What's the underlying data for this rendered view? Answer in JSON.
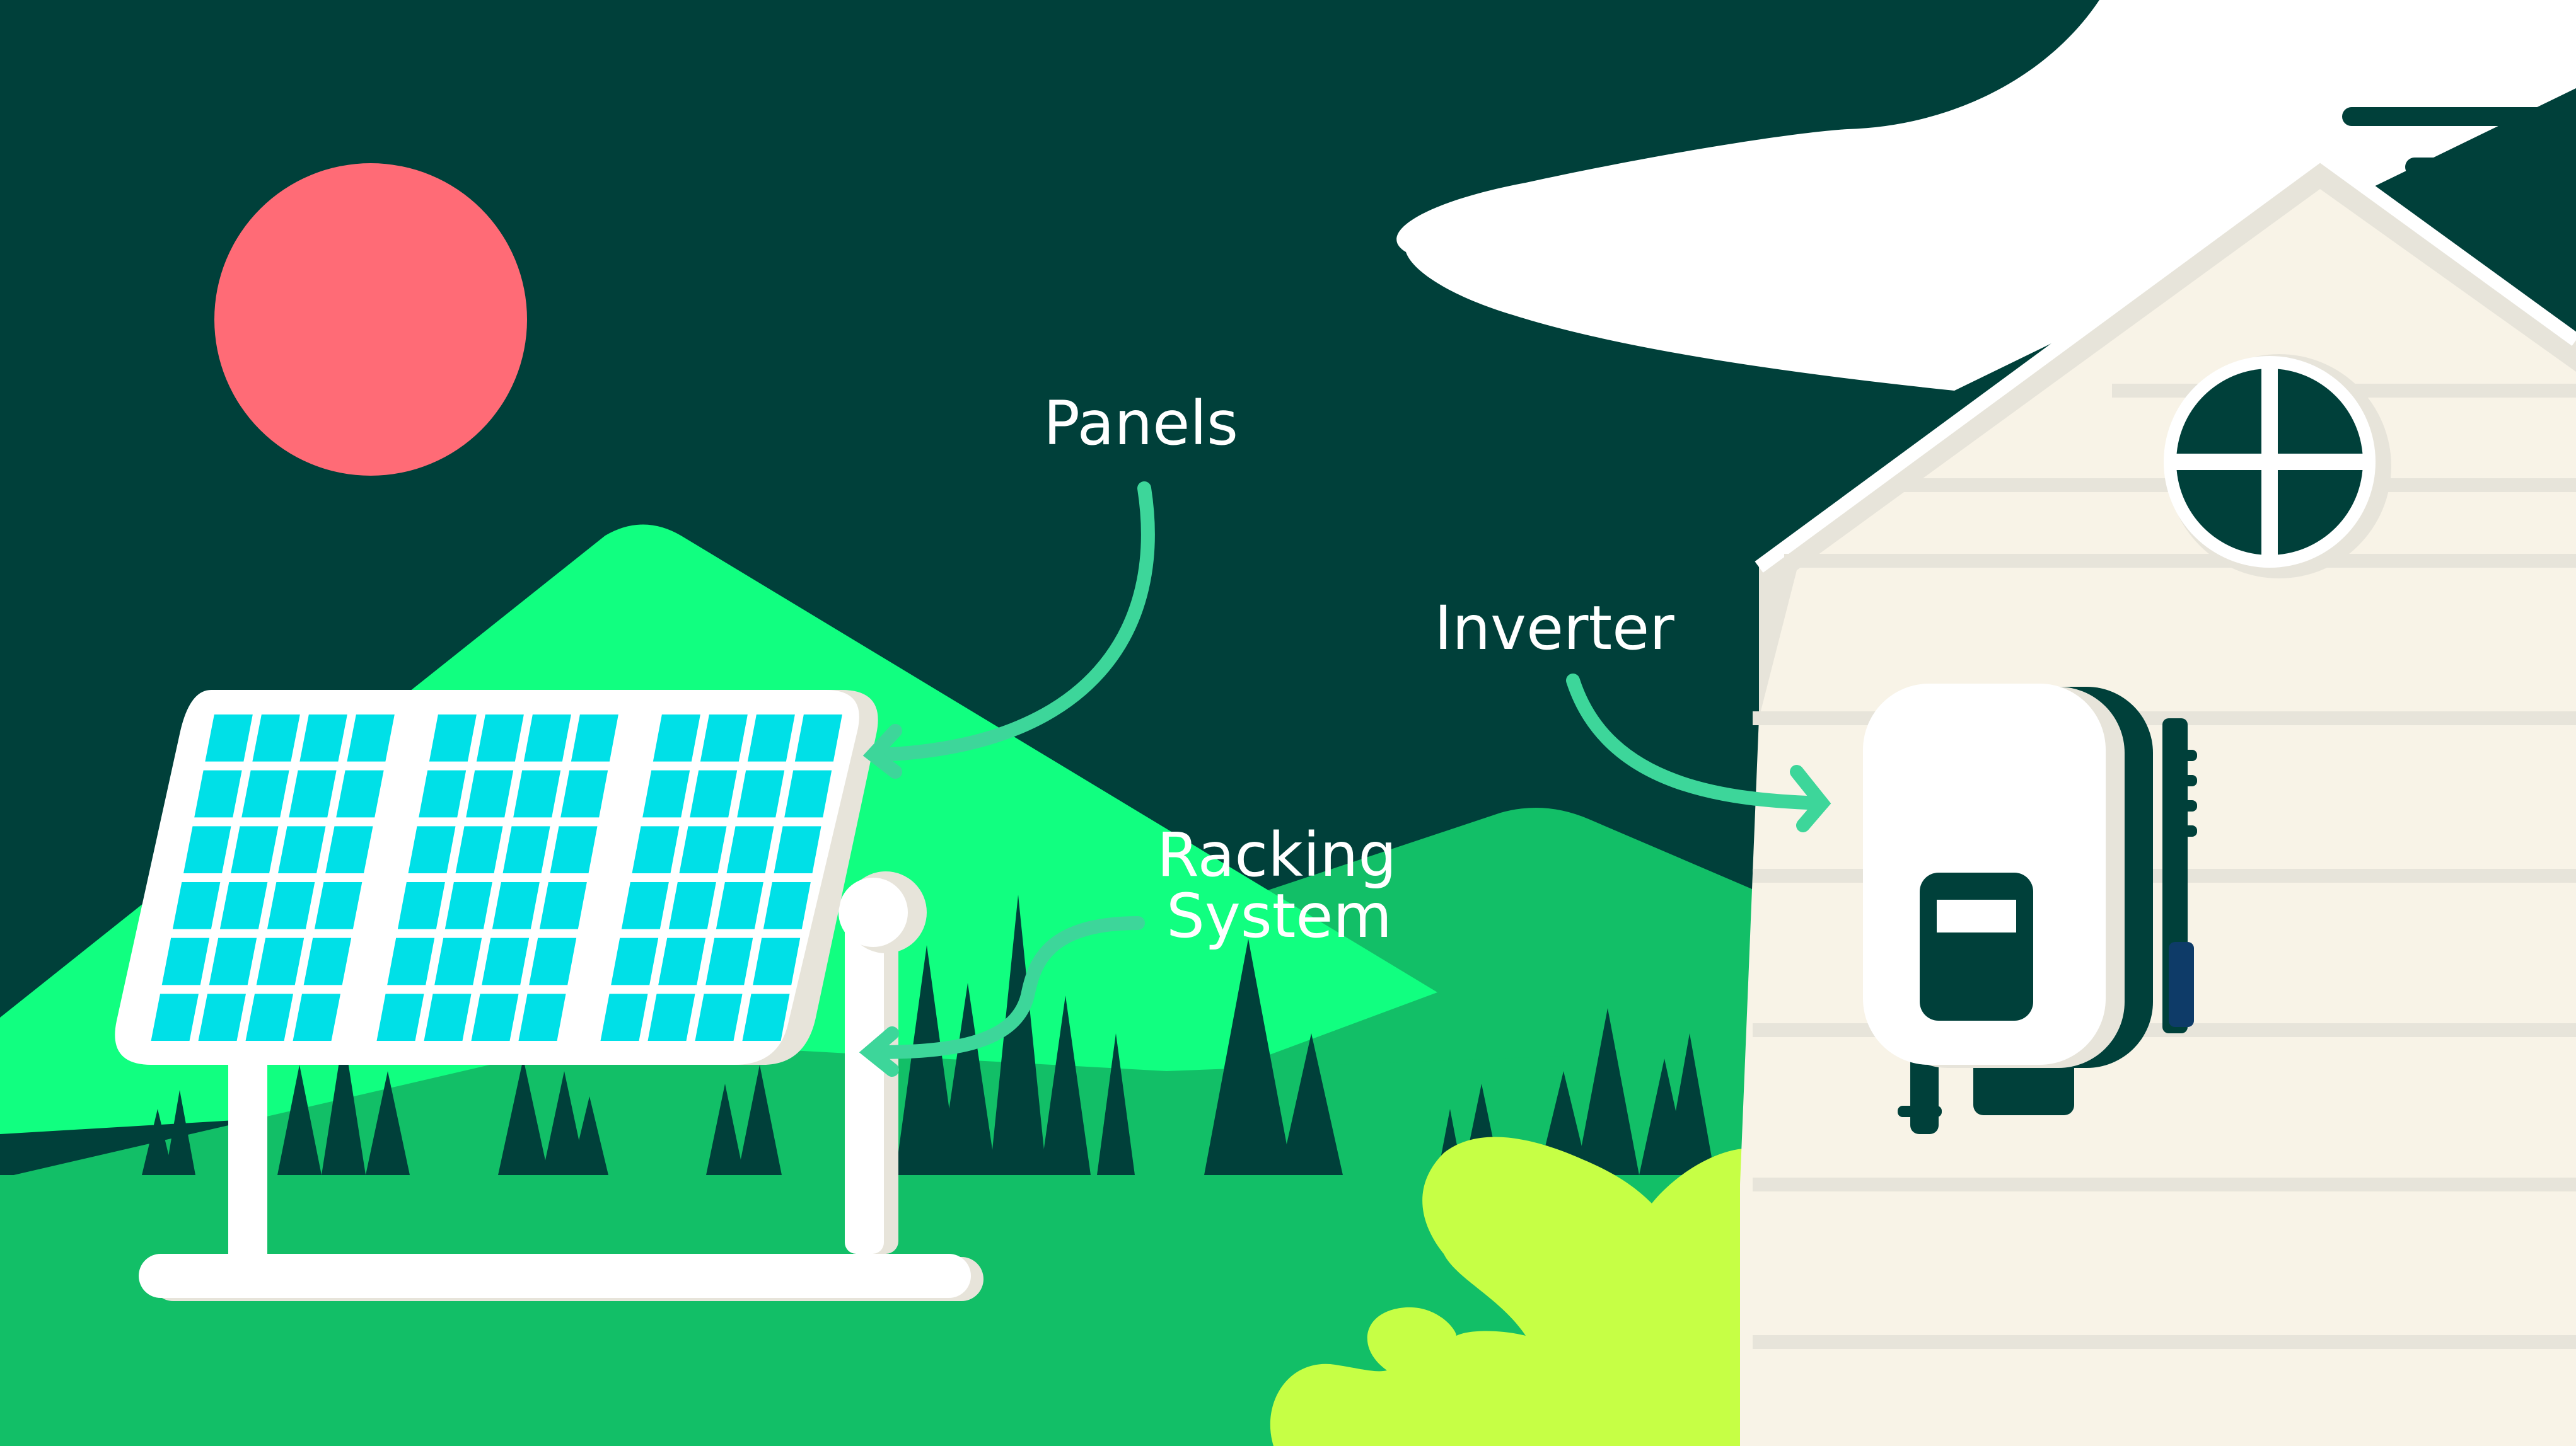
{
  "labels": {
    "panels": "Panels",
    "inverter": "Inverter",
    "racking_line1": "Racking",
    "racking_line2": "System"
  },
  "colors": {
    "sky": "#00403A",
    "sun": "#FF6B76",
    "mountain_front": "#11FF80",
    "mountain_back": "#12BF67",
    "ground": "#12BF67",
    "trees": "#00403A",
    "cloud": "#FFFFFF",
    "house_wall": "#F8F3E7",
    "house_shadow": "#E7E4DA",
    "panel_cell": "#00E0E7",
    "panel_frame": "#FFFFFF",
    "arrow": "#3DD69A",
    "bush": "#C6FF45"
  },
  "icons": {
    "sun": "sun-icon",
    "cloud": "cloud-icon",
    "solar_panel": "solar-panel-icon",
    "inverter": "inverter-box-icon",
    "window": "round-window-icon",
    "bush": "bush-icon"
  }
}
